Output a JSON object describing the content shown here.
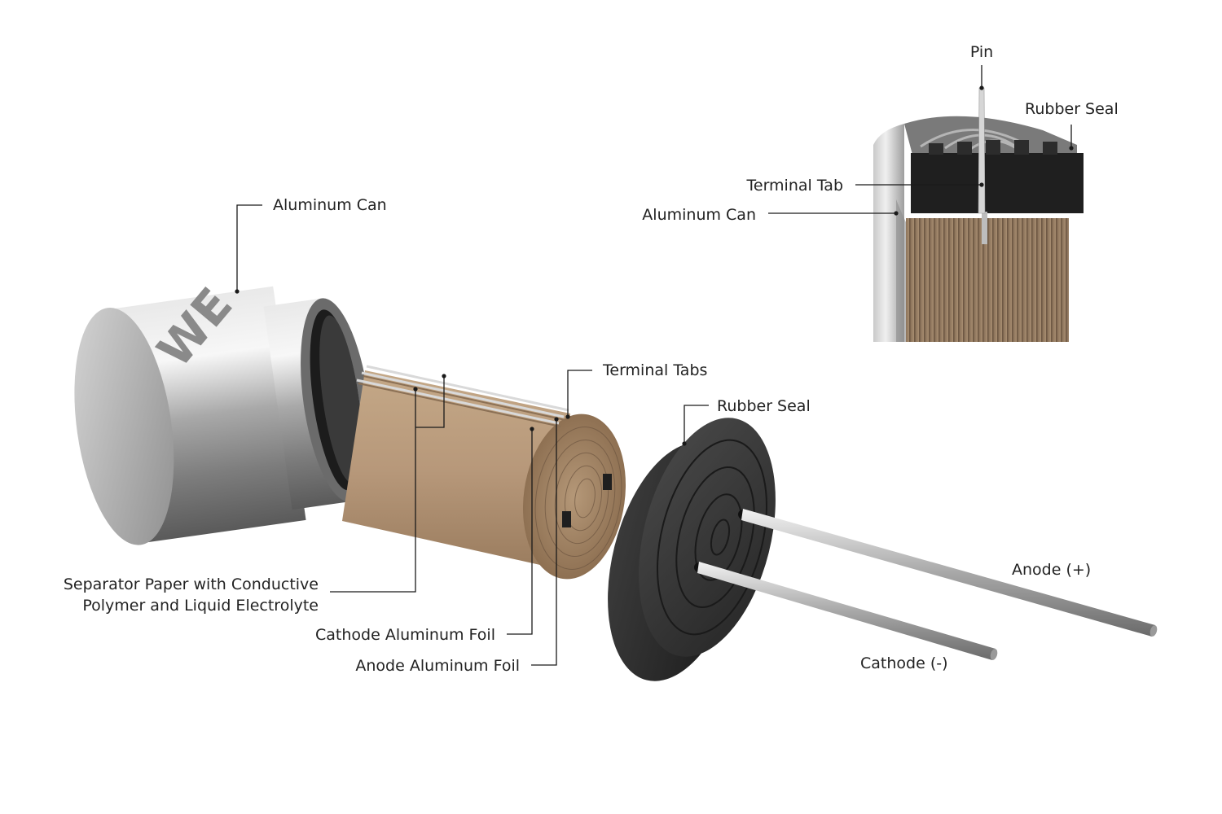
{
  "labels": {
    "aluminum_can_main": "Aluminum Can",
    "terminal_tabs": "Terminal Tabs",
    "rubber_seal_main": "Rubber Seal",
    "separator_line1": "Separator Paper with Conductive",
    "separator_line2": "Polymer and Liquid Electrolyte",
    "cathode_foil": "Cathode Aluminum Foil",
    "anode_foil": "Anode Aluminum Foil",
    "anode_lead": "Anode (+)",
    "cathode_lead": "Cathode (-)",
    "pin": "Pin",
    "rubber_seal_inset": "Rubber Seal",
    "terminal_tab_inset": "Terminal Tab",
    "aluminum_can_inset": "Aluminum Can"
  },
  "logo": {
    "text": "WE",
    "color": "#8a8a8a"
  },
  "colors": {
    "aluminum": "#b9b9b9",
    "paper": "#b59878",
    "rubber": "#2e2e2e",
    "lead": "#c8c8c8"
  },
  "icons": [
    "aluminum-can-illustration",
    "capacitor-element-illustration",
    "rubber-seal-illustration",
    "lead-wire-illustration",
    "cutaway-inset-illustration"
  ]
}
